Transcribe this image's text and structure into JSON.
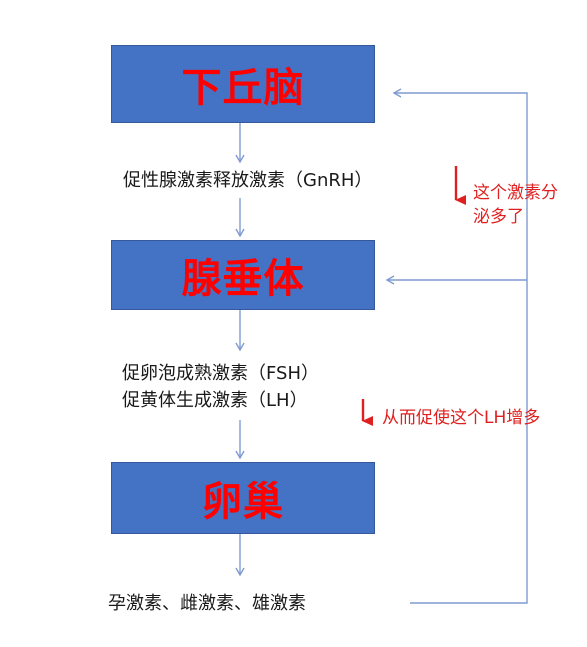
{
  "boxes": {
    "hypothalamus": "下丘脑",
    "pituitary": "腺垂体",
    "ovary": "卵巢"
  },
  "labels": {
    "gnrh": "促性腺激素释放激素（GnRH）",
    "fsh": "促卵泡成熟激素（FSH）",
    "lh": "促黄体生成激素（LH）",
    "hormones": "孕激素、雌激素、雄激素"
  },
  "notes": {
    "note1_line1": "这个激素分",
    "note1_line2": "泌多了",
    "note2": "从而促使这个LH增多"
  },
  "colors": {
    "box_fill": "#4472c4",
    "box_text": "#ff0000",
    "connector": "#7f9bd1",
    "note_arrow": "#e02020"
  }
}
